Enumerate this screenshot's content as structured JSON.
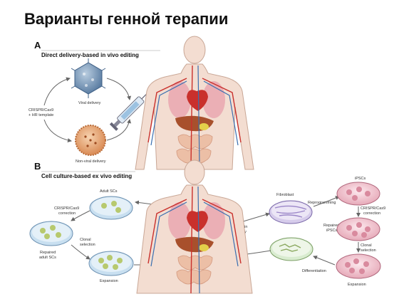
{
  "title": "Варианты генной терапии",
  "panel_a": {
    "letter": "A",
    "heading": "Direct delivery-based in vivo editing",
    "crispr_line1": "CRISPR/Cas9",
    "crispr_line2": "+ HR template",
    "viral": "Viral delivery",
    "nonviral": "Non-viral delivery"
  },
  "panel_b": {
    "letter": "B",
    "heading": "Cell culture-based ex vivo editing",
    "adult_scs": "Adult SCs",
    "crispr_corr_1": "CRISPR/Cas9",
    "crispr_corr_2": "correction",
    "repaired_adult_1": "Repaired",
    "repaired_adult_2": "adult SCs",
    "clonal_1": "Clonal",
    "clonal_2": "selection",
    "expansion_left": "Expansion",
    "biopsy_1": "Blood/skin",
    "biopsy_2": "biopsy",
    "fibroblast": "Fibroblast",
    "reprogramming": "Reprogramming",
    "ipscs": "iPSCs",
    "crispr_right_1": "CRISPR/Cas9",
    "crispr_right_2": "correction",
    "repaired_ipscs_1": "Repaired",
    "repaired_ipscs_2": "iPSCs",
    "clonal_right_1": "Clonal",
    "clonal_right_2": "selection",
    "differentiation": "Differentiation",
    "expansion_right": "Expansion"
  },
  "colors": {
    "artery": "#c9302c",
    "vein": "#3a6fb0",
    "dish_pink": "#e8b5c0",
    "dish_blue": "#b9d3e6",
    "fibro": "#b9a8d8",
    "arrow": "#666666"
  }
}
